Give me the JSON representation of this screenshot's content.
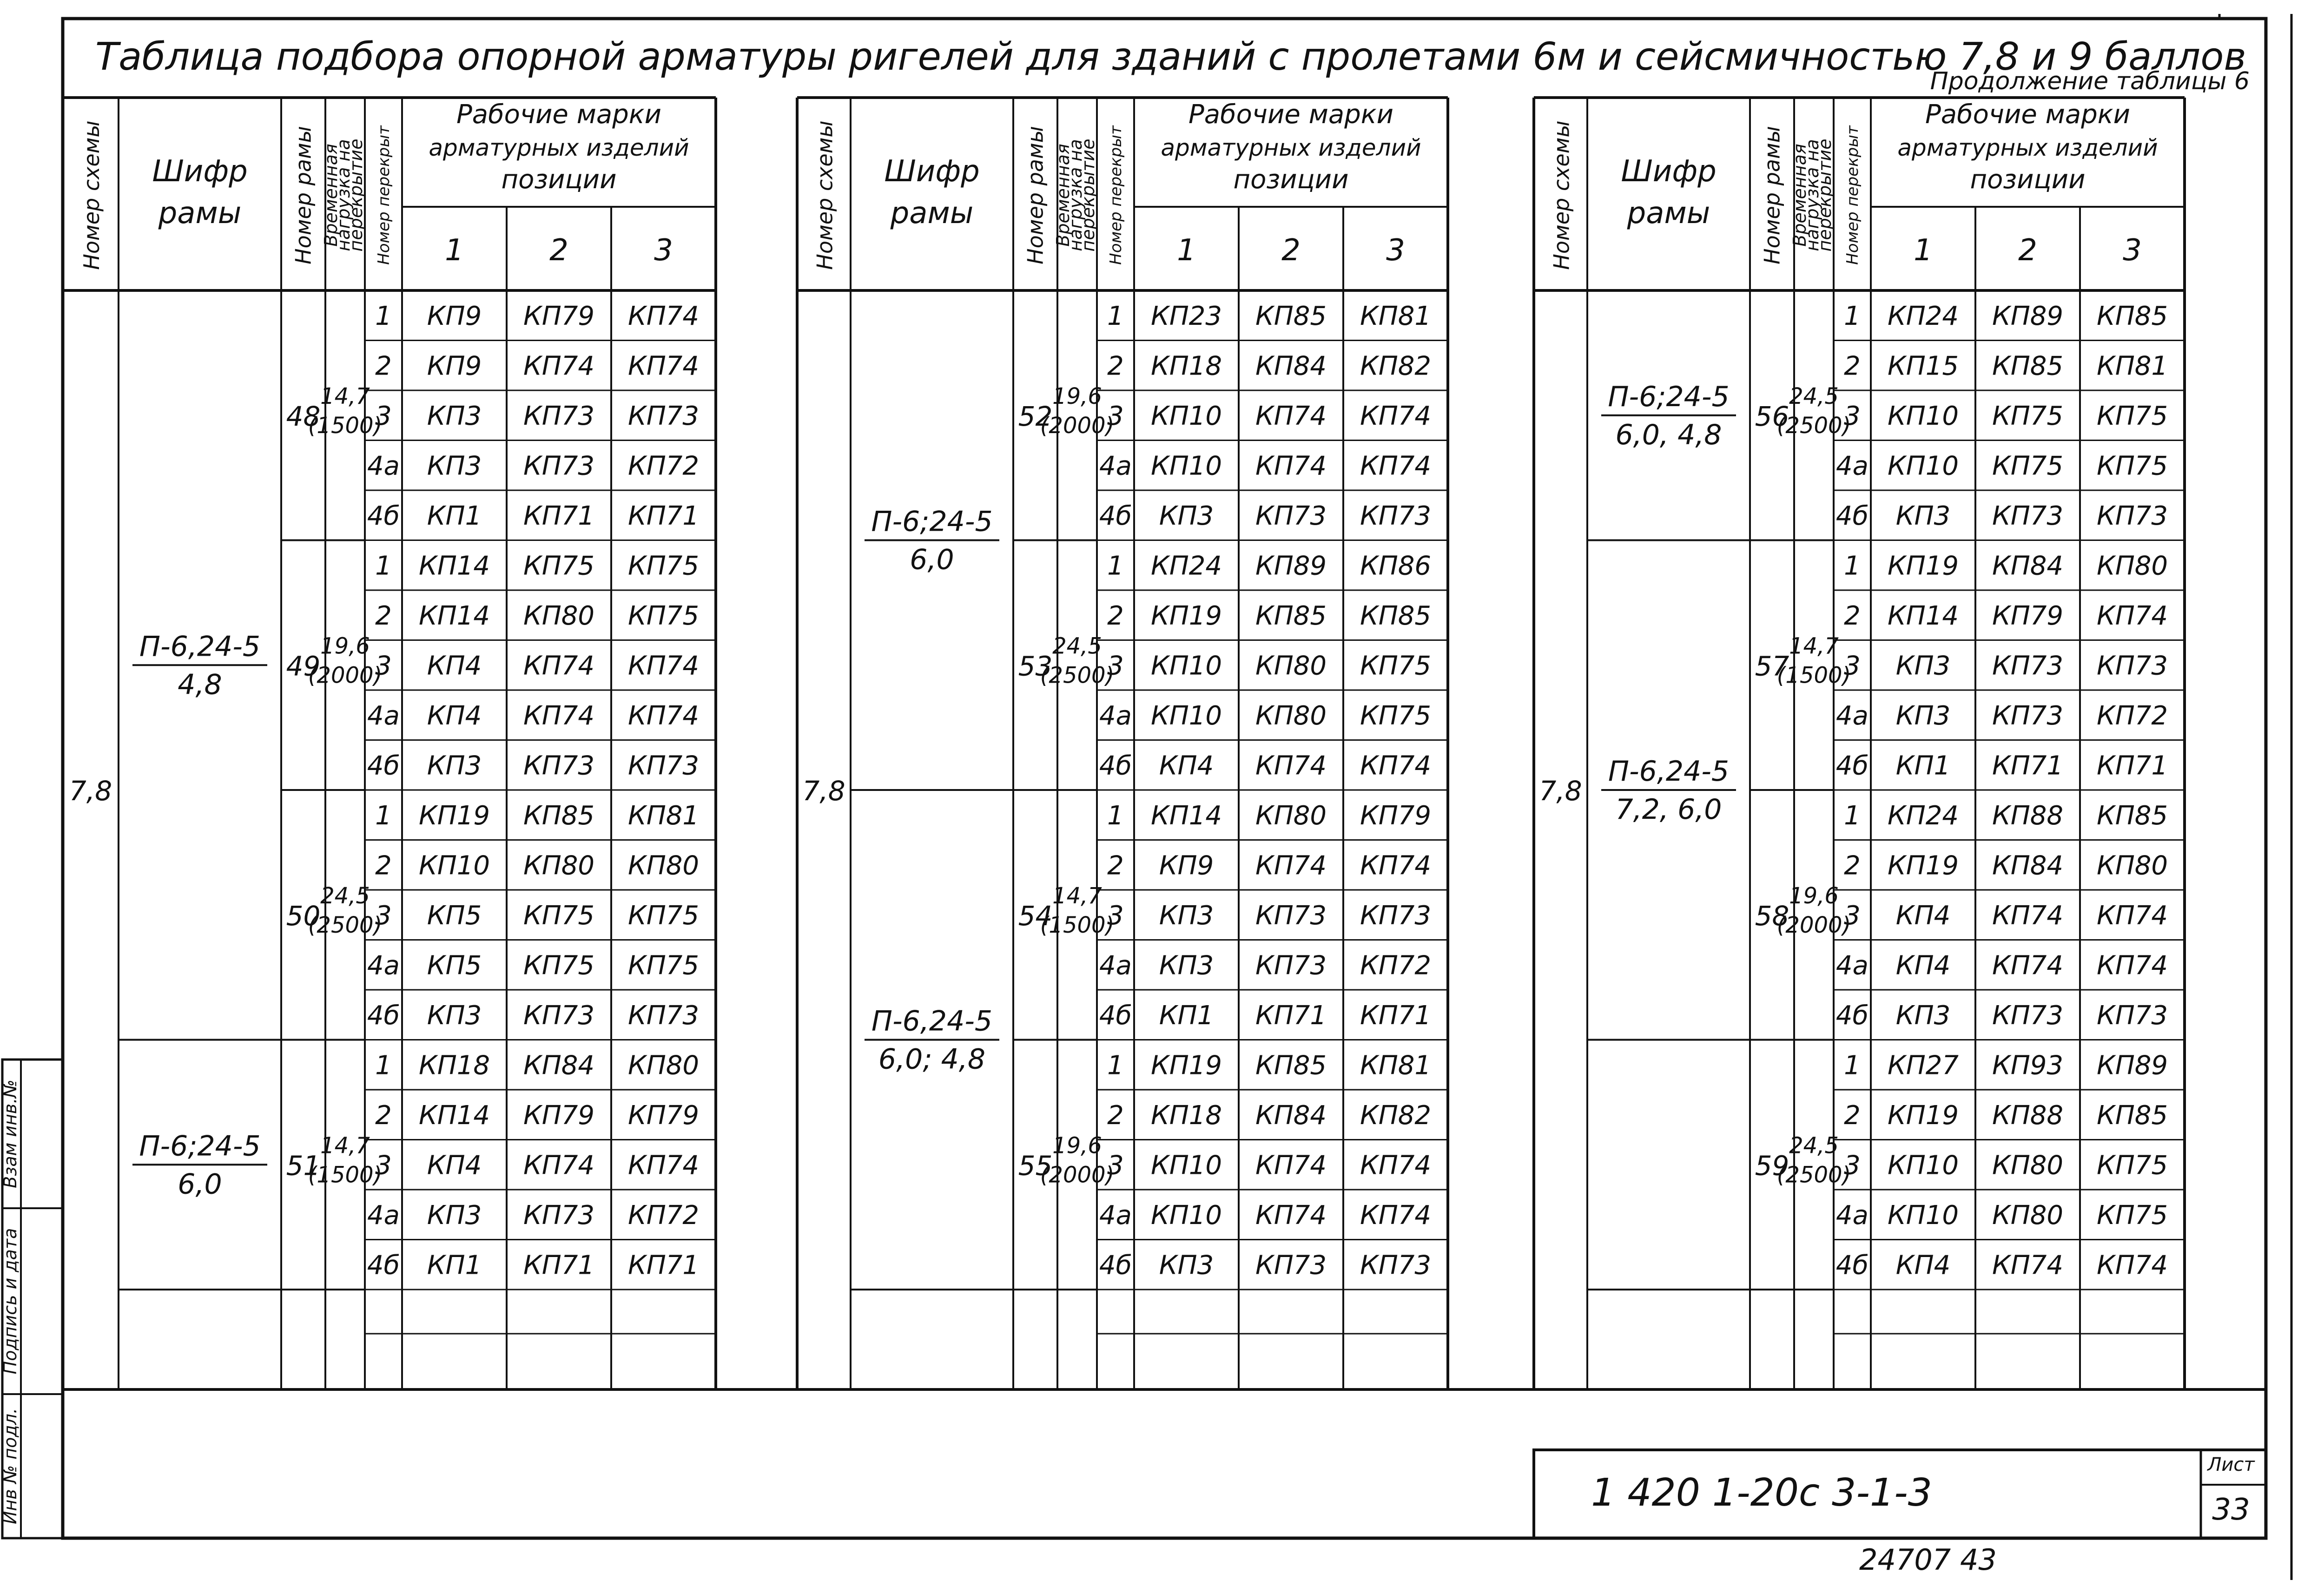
{
  "title": "Таблица подбора опорной арматуры ригелей для зданий с пролетами 6м и сейсмичностью 7,8 и 9 баллов",
  "subtitle": "Продолжение таблицы 6",
  "headers": {
    "scheme": "Номер схемы",
    "code": [
      "Шифр",
      "рамы"
    ],
    "frame": "Номер рамы",
    "load": [
      "Временная",
      "нагрузка на",
      "перекрытие"
    ],
    "floor": "Номер перекрыт",
    "marks": [
      "Рабочие марки",
      "арматурных изделий",
      "позиции"
    ],
    "pos": [
      "1",
      "2",
      "3"
    ]
  },
  "scheme_value": "7,8",
  "floors": [
    "1",
    "2",
    "3",
    "4а",
    "4б"
  ],
  "panels": [
    {
      "codes": [
        {
          "top": "П-6,24-5",
          "bottom": "4,8",
          "rows": [
            0,
            15
          ]
        },
        {
          "top": "П-6;24-5",
          "bottom": "6,0",
          "rows": [
            15,
            20
          ]
        }
      ],
      "groups": [
        {
          "frame": "48",
          "load": "14,7",
          "load_kpa": "(1500)",
          "marks": [
            [
              "КП9",
              "КП79",
              "КП74"
            ],
            [
              "КП9",
              "КП74",
              "КП74"
            ],
            [
              "КП3",
              "КП73",
              "КП73"
            ],
            [
              "КП3",
              "КП73",
              "КП72"
            ],
            [
              "КП1",
              "КП71",
              "КП71"
            ]
          ]
        },
        {
          "frame": "49",
          "load": "19,6",
          "load_kpa": "(2000)",
          "marks": [
            [
              "КП14",
              "КП75",
              "КП75"
            ],
            [
              "КП14",
              "КП80",
              "КП75"
            ],
            [
              "КП4",
              "КП74",
              "КП74"
            ],
            [
              "КП4",
              "КП74",
              "КП74"
            ],
            [
              "КП3",
              "КП73",
              "КП73"
            ]
          ]
        },
        {
          "frame": "50",
          "load": "24,5",
          "load_kpa": "(2500)",
          "marks": [
            [
              "КП19",
              "КП85",
              "КП81"
            ],
            [
              "КП10",
              "КП80",
              "КП80"
            ],
            [
              "КП5",
              "КП75",
              "КП75"
            ],
            [
              "КП5",
              "КП75",
              "КП75"
            ],
            [
              "КП3",
              "КП73",
              "КП73"
            ]
          ]
        },
        {
          "frame": "51",
          "load": "14,7",
          "load_kpa": "(1500)",
          "marks": [
            [
              "КП18",
              "КП84",
              "КП80"
            ],
            [
              "КП14",
              "КП79",
              "КП79"
            ],
            [
              "КП4",
              "КП74",
              "КП74"
            ],
            [
              "КП3",
              "КП73",
              "КП72"
            ],
            [
              "КП1",
              "КП71",
              "КП71"
            ]
          ]
        }
      ]
    },
    {
      "codes": [
        {
          "top": "П-6;24-5",
          "bottom": "6,0",
          "rows": [
            0,
            10
          ]
        },
        {
          "top": "П-6,24-5",
          "bottom": "6,0; 4,8",
          "rows": [
            10,
            20
          ]
        }
      ],
      "groups": [
        {
          "frame": "52",
          "load": "19,6",
          "load_kpa": "(2000)",
          "marks": [
            [
              "КП23",
              "КП85",
              "КП81"
            ],
            [
              "КП18",
              "КП84",
              "КП82"
            ],
            [
              "КП10",
              "КП74",
              "КП74"
            ],
            [
              "КП10",
              "КП74",
              "КП74"
            ],
            [
              "КП3",
              "КП73",
              "КП73"
            ]
          ]
        },
        {
          "frame": "53",
          "load": "24,5",
          "load_kpa": "(2500)",
          "marks": [
            [
              "КП24",
              "КП89",
              "КП86"
            ],
            [
              "КП19",
              "КП85",
              "КП85"
            ],
            [
              "КП10",
              "КП80",
              "КП75"
            ],
            [
              "КП10",
              "КП80",
              "КП75"
            ],
            [
              "КП4",
              "КП74",
              "КП74"
            ]
          ]
        },
        {
          "frame": "54",
          "load": "14,7",
          "load_kpa": "(1500)",
          "marks": [
            [
              "КП14",
              "КП80",
              "КП79"
            ],
            [
              "КП9",
              "КП74",
              "КП74"
            ],
            [
              "КП3",
              "КП73",
              "КП73"
            ],
            [
              "КП3",
              "КП73",
              "КП72"
            ],
            [
              "КП1",
              "КП71",
              "КП71"
            ]
          ]
        },
        {
          "frame": "55",
          "load": "19,6",
          "load_kpa": "(2000)",
          "marks": [
            [
              "КП19",
              "КП85",
              "КП81"
            ],
            [
              "КП18",
              "КП84",
              "КП82"
            ],
            [
              "КП10",
              "КП74",
              "КП74"
            ],
            [
              "КП10",
              "КП74",
              "КП74"
            ],
            [
              "КП3",
              "КП73",
              "КП73"
            ]
          ]
        }
      ]
    },
    {
      "codes": [
        {
          "top": "П-6;24-5",
          "bottom": "6,0, 4,8",
          "rows": [
            0,
            5
          ]
        },
        {
          "top": "П-6,24-5",
          "bottom": "7,2, 6,0",
          "rows": [
            5,
            15
          ]
        }
      ],
      "groups": [
        {
          "frame": "56",
          "load": "24,5",
          "load_kpa": "(2500)",
          "marks": [
            [
              "КП24",
              "КП89",
              "КП85"
            ],
            [
              "КП15",
              "КП85",
              "КП81"
            ],
            [
              "КП10",
              "КП75",
              "КП75"
            ],
            [
              "КП10",
              "КП75",
              "КП75"
            ],
            [
              "КП3",
              "КП73",
              "КП73"
            ]
          ]
        },
        {
          "frame": "57",
          "load": "14,7",
          "load_kpa": "(1500)",
          "marks": [
            [
              "КП19",
              "КП84",
              "КП80"
            ],
            [
              "КП14",
              "КП79",
              "КП74"
            ],
            [
              "КП3",
              "КП73",
              "КП73"
            ],
            [
              "КП3",
              "КП73",
              "КП72"
            ],
            [
              "КП1",
              "КП71",
              "КП71"
            ]
          ]
        },
        {
          "frame": "58",
          "load": "19,6",
          "load_kpa": "(2000)",
          "marks": [
            [
              "КП24",
              "КП88",
              "КП85"
            ],
            [
              "КП19",
              "КП84",
              "КП80"
            ],
            [
              "КП4",
              "КП74",
              "КП74"
            ],
            [
              "КП4",
              "КП74",
              "КП74"
            ],
            [
              "КП3",
              "КП73",
              "КП73"
            ]
          ]
        },
        {
          "frame": "59",
          "load": "24,5",
          "load_kpa": "(2500)",
          "marks": [
            [
              "КП27",
              "КП93",
              "КП89"
            ],
            [
              "КП19",
              "КП88",
              "КП85"
            ],
            [
              "КП10",
              "КП80",
              "КП75"
            ],
            [
              "КП10",
              "КП80",
              "КП75"
            ],
            [
              "КП4",
              "КП74",
              "КП74"
            ]
          ]
        }
      ]
    }
  ],
  "side_stamp": [
    "Взам инв.№",
    "Подпись и дата",
    "Инв № подл."
  ],
  "doc_number": "1 420 1-20с 3-1-3",
  "sheet_label": "Лист",
  "sheet_number": "33",
  "bottom_code": "24707  43"
}
